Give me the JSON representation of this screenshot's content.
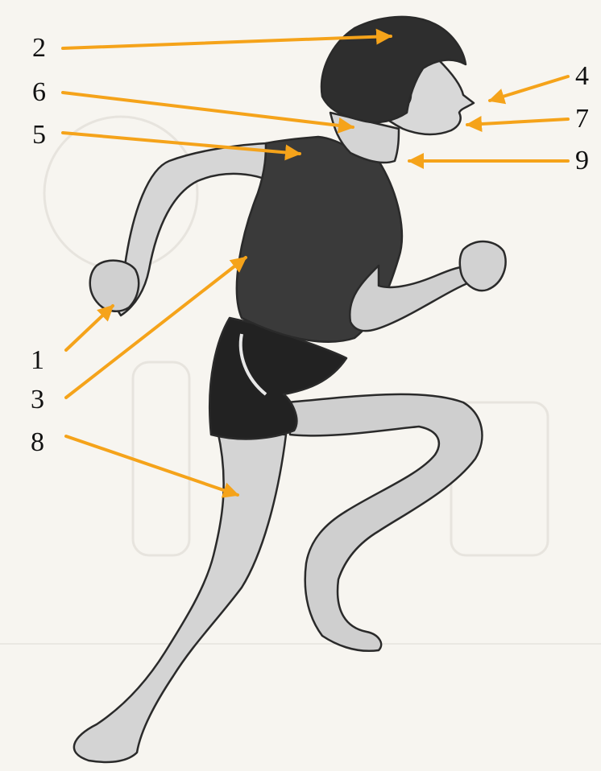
{
  "labels": [
    {
      "id": "1",
      "text": "1",
      "target": "fist"
    },
    {
      "id": "2",
      "text": "2",
      "target": "hair"
    },
    {
      "id": "3",
      "text": "3",
      "target": "torso"
    },
    {
      "id": "4",
      "text": "4",
      "target": "nose"
    },
    {
      "id": "5",
      "text": "5",
      "target": "shoulder"
    },
    {
      "id": "6",
      "text": "6",
      "target": "neck"
    },
    {
      "id": "7",
      "text": "7",
      "target": "mouth"
    },
    {
      "id": "8",
      "text": "8",
      "target": "thigh"
    },
    {
      "id": "9",
      "text": "9",
      "target": "throat"
    }
  ],
  "colors": {
    "arrow": "#f5a31a",
    "shirt": "#3a3a3a",
    "shorts": "#222222",
    "skin": "#cfcfcf",
    "hair": "#2e2e2e"
  }
}
